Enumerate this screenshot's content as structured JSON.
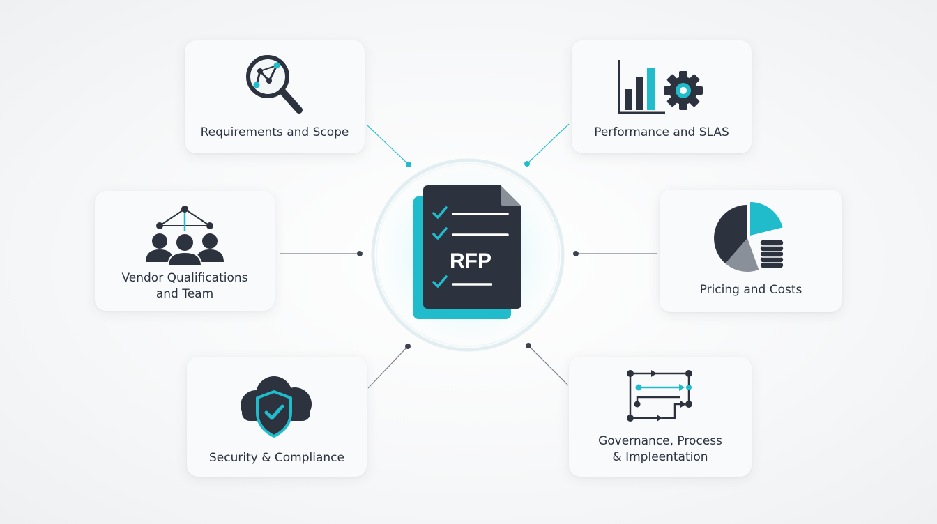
{
  "center": {
    "label": "RFP",
    "accent_color": "#21bccc",
    "dark_color": "#2c323e",
    "icon": "rfp-checklist-document-icon"
  },
  "nodes": [
    {
      "id": "requirements-scope",
      "label": "Requirements and Scope",
      "icon": "magnifier-graph-icon"
    },
    {
      "id": "performance-slas",
      "label": "Performance and SLAS",
      "icon": "bar-chart-gear-icon"
    },
    {
      "id": "vendor-qualifications",
      "label_lines": [
        "Vendor Qualifications",
        "and Team"
      ],
      "icon": "team-network-icon"
    },
    {
      "id": "pricing-costs",
      "label": "Pricing and Costs",
      "icon": "pie-chart-coins-icon"
    },
    {
      "id": "security-compliance",
      "label": "Security & Compliance",
      "icon": "cloud-shield-icon"
    },
    {
      "id": "governance-process",
      "label_lines": [
        "Governance, Process",
        "& Impleentation"
      ],
      "icon": "process-flow-icon"
    }
  ]
}
